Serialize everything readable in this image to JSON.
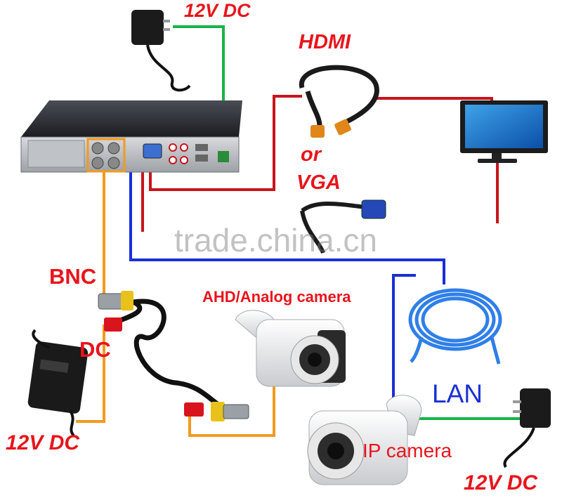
{
  "labels": {
    "top_dc": "12V DC",
    "hdmi": "HDMI",
    "or": "or",
    "vga": "VGA",
    "bnc": "BNC",
    "ahd_camera": "AHD/Analog camera",
    "dc": "DC",
    "left_dc": "12V DC",
    "lan": "LAN",
    "ip_camera": "IP camera",
    "bottom_dc": "12V DC",
    "watermark": "trade.china.cn"
  },
  "colors": {
    "power_wire": "#18b34a",
    "video_wire": "#c8141c",
    "network_wire": "#1a2fd6",
    "bnc_wire": "#f39a1e",
    "label_red": "#e8141c",
    "label_blue": "#1a2fd6"
  }
}
